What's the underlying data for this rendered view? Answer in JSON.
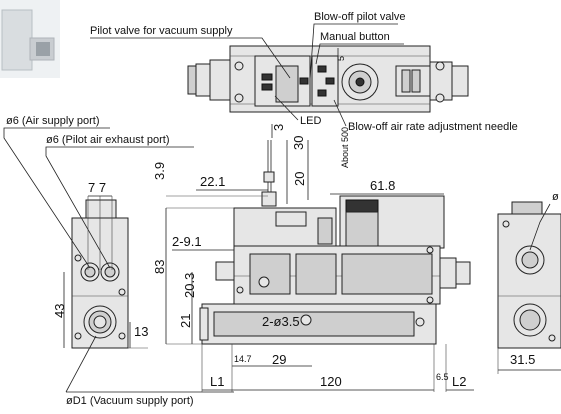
{
  "callouts": {
    "pilot_valve_vacuum": "Pilot valve for vacuum supply",
    "blowoff_pilot_valve": "Blow-off pilot valve",
    "manual_button": "Manual button",
    "led": "LED",
    "blowoff_needle": "Blow-off air rate adjustment needle",
    "air_supply_port": "ø6 (Air supply port)",
    "pilot_exhaust_port": "ø6 (Pilot air exhaust port)",
    "vacuum_supply_port": "øD1 (Vacuum supply port)",
    "right_view_port": "ø"
  },
  "dimensions": {
    "top_5": "5",
    "d_3": "3",
    "d_30": "30",
    "d_20": "20",
    "about_500": "About 500",
    "d_3_9": "3.9",
    "d_22_1": "22.1",
    "d_61_8": "61.8",
    "d_7_7": "7 7",
    "d_2_9_1": "2-9.1",
    "d_83": "83",
    "d_20_3": "20.3",
    "d_21": "21",
    "d_2_hole": "2-ø3.5",
    "d_43": "43",
    "d_13": "13",
    "d_14_7": "14.7",
    "d_29": "29",
    "d_L1": "L1",
    "d_120": "120",
    "d_6_5": "6.5",
    "d_L2": "L2",
    "d_31_5": "31.5"
  }
}
